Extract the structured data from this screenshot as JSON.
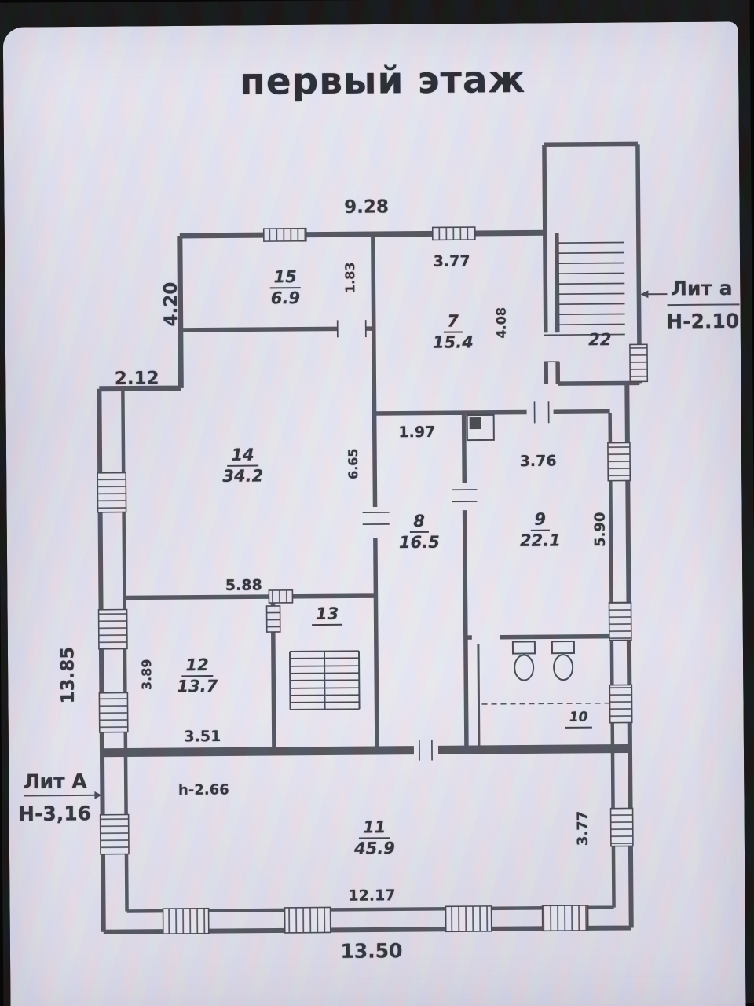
{
  "title": "первый этаж",
  "rooms": [
    {
      "num": "15",
      "area": "6.9"
    },
    {
      "num": "7",
      "area": "15.4"
    },
    {
      "num": "22",
      "area": ""
    },
    {
      "num": "14",
      "area": "34.2"
    },
    {
      "num": "8",
      "area": "16.5"
    },
    {
      "num": "9",
      "area": "22.1"
    },
    {
      "num": "12",
      "area": "13.7"
    },
    {
      "num": "13",
      "area": ""
    },
    {
      "num": "10",
      "area": ""
    },
    {
      "num": "11",
      "area": "45.9"
    }
  ],
  "dims": {
    "top_width": "9.28",
    "room7_top": "3.77",
    "room15_side": "1.83",
    "upper_left_height": "4.20",
    "room7_side": "4.08",
    "step_width": "2.12",
    "corridor_width": "1.97",
    "room9_top": "3.76",
    "room8_side": "6.65",
    "room9_side": "5.90",
    "room14_bottom": "5.88",
    "room12_side": "3.89",
    "room12_bottom": "3.51",
    "left_total_height": "13.85",
    "ceiling_height": "h-2.66",
    "room11_side": "3.77",
    "room11_bottom": "12.17",
    "bottom_total": "13.50"
  },
  "marks": {
    "liter_a_lower": "Лит а",
    "liter_a_lower_height": "Н-2.10",
    "liter_a_upper": "Лит А",
    "liter_a_upper_height": "Н-3,16"
  }
}
